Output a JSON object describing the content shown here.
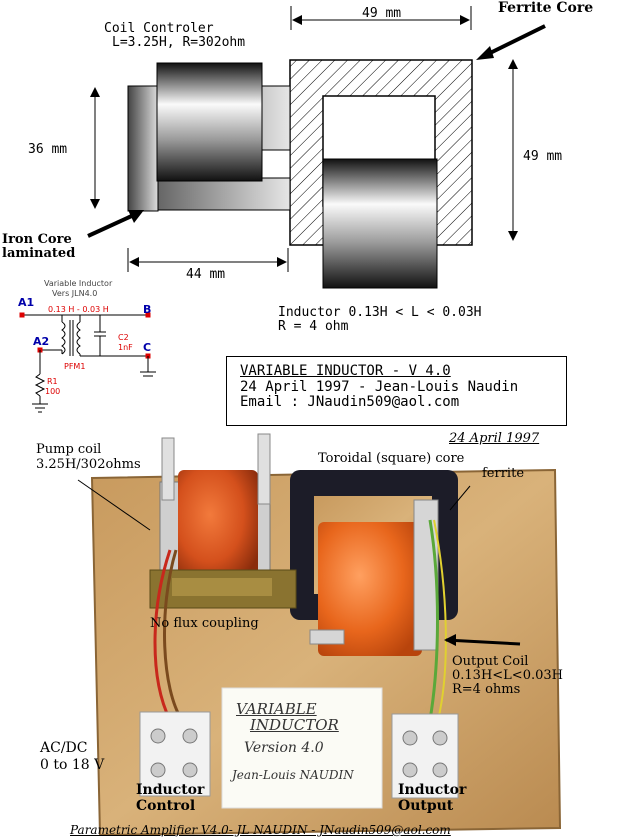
{
  "top_diagram": {
    "coil_controller_title": "Coil Controler",
    "coil_controller_params": "L=3.25H, R=302ohm",
    "dim_top_width": "49 mm",
    "ferrite_core_label": "Ferrite Core",
    "dim_left_height": "36 mm",
    "dim_right_height": "49 mm",
    "iron_core_label_line1": "Iron Core",
    "iron_core_label_line2": "laminated",
    "dim_bottom_width": "44 mm",
    "inductor_label_line1": "Inductor 0.13H < L < 0.03H",
    "inductor_label_line2": "R = 4 ohm"
  },
  "schematic": {
    "title_line1": "Variable Inductor",
    "title_line2": "Vers JLN4.0",
    "range": "0.13 H - 0.03 H",
    "node_a1": "A1",
    "node_a2": "A2",
    "node_b": "B",
    "node_c": "C",
    "cap_name": "C2",
    "cap_value": "1nF",
    "res_name": "R1",
    "res_value": "100",
    "inductor_name": "PFM1"
  },
  "title_box": {
    "title": "VARIABLE INDUCTOR - V 4.0",
    "date_author": "24 April 1997 - Jean-Louis Naudin",
    "email": "Email : JNaudin509@aol.com"
  },
  "photo": {
    "date": "24 April 1997",
    "pump_coil_line1": "Pump coil",
    "pump_coil_line2": "3.25H/302ohms",
    "toroidal_line1": "Toroidal (square) core",
    "toroidal_line2": "ferrite",
    "no_flux": "No flux coupling",
    "output_coil_line1": "Output Coil",
    "output_coil_line2": "0.13H<L<0.03H",
    "output_coil_line3": "R=4 ohms",
    "acdc_line1": "AC/DC",
    "acdc_line2": "0 to 18 V",
    "inductor_control_line1": "Inductor",
    "inductor_control_line2": "Control",
    "inductor_output_line1": "Inductor",
    "inductor_output_line2": "Output",
    "card_line1": "VARIABLE",
    "card_line2": "INDUCTOR",
    "card_line3": "Version 4.0",
    "card_line4": "Jean-Louis NAUDIN"
  },
  "footer": {
    "credit": "Parametric Amplifier V4.0- JL NAUDIN - JNaudin509@aol.com"
  }
}
